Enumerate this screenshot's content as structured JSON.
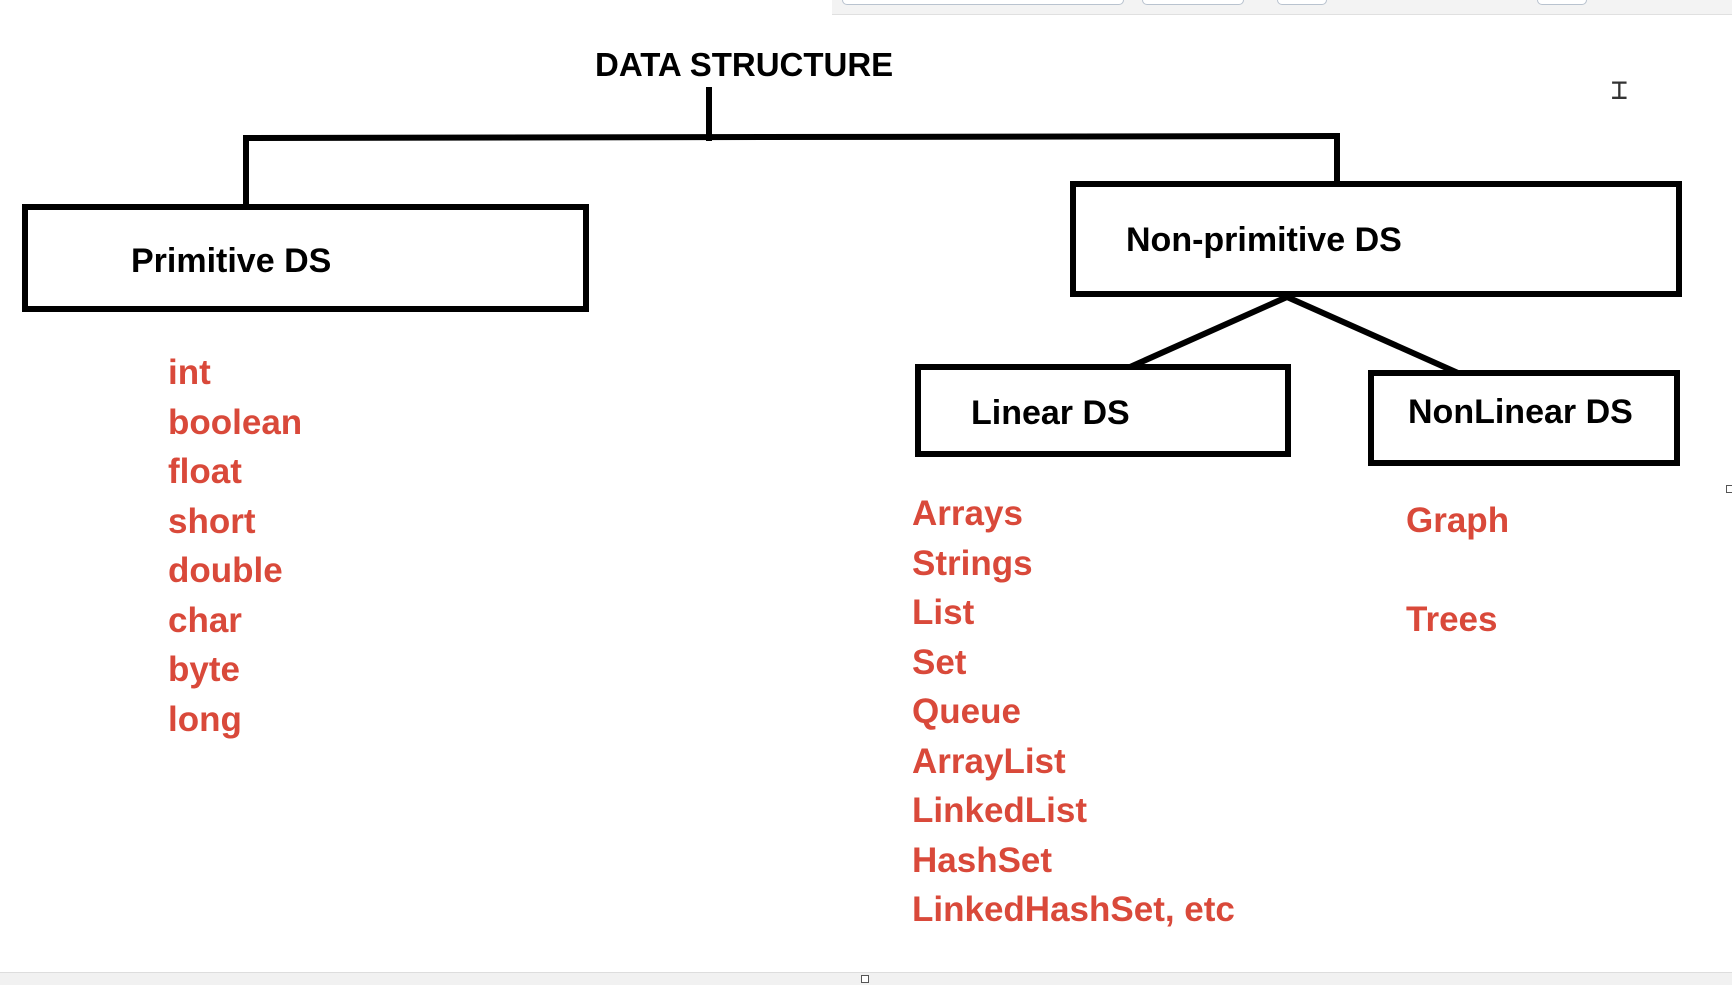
{
  "diagram": {
    "root": {
      "label": "DATA STRUCTURE"
    },
    "primitive": {
      "label": "Primitive DS",
      "items": [
        "int",
        "boolean",
        "float",
        "short",
        "double",
        "char",
        "byte",
        "long"
      ]
    },
    "non_primitive": {
      "label": "Non-primitive DS",
      "linear": {
        "label": "Linear DS",
        "items": [
          "Arrays",
          "Strings",
          "List",
          "Set",
          "Queue",
          "ArrayList",
          "LinkedList",
          "HashSet",
          "LinkedHashSet, etc"
        ]
      },
      "nonlinear": {
        "label": "NonLinear DS",
        "items": [
          "Graph",
          "",
          "Trees"
        ]
      }
    }
  },
  "colors": {
    "line": "#000000",
    "item_text": "#d9493a"
  },
  "icons": {
    "cursor": "text-cursor-icon"
  }
}
